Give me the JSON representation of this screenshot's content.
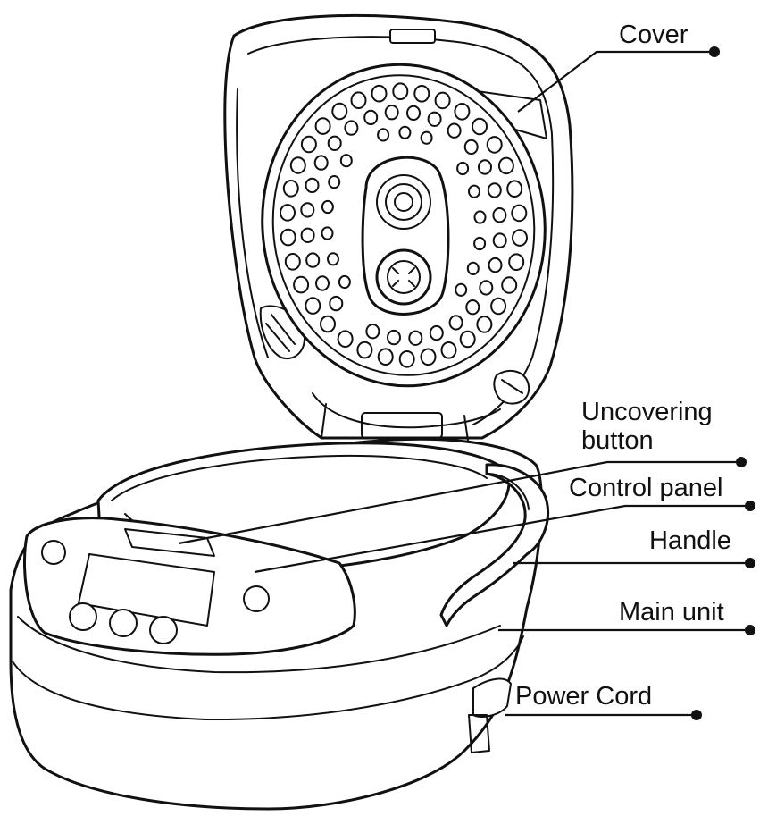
{
  "labels": {
    "cover": "Cover",
    "uncovering_line1": "Uncovering",
    "uncovering_line2": "button",
    "control_panel": "Control panel",
    "handle": "Handle",
    "main_unit": "Main unit",
    "power_cord": "Power Cord"
  }
}
